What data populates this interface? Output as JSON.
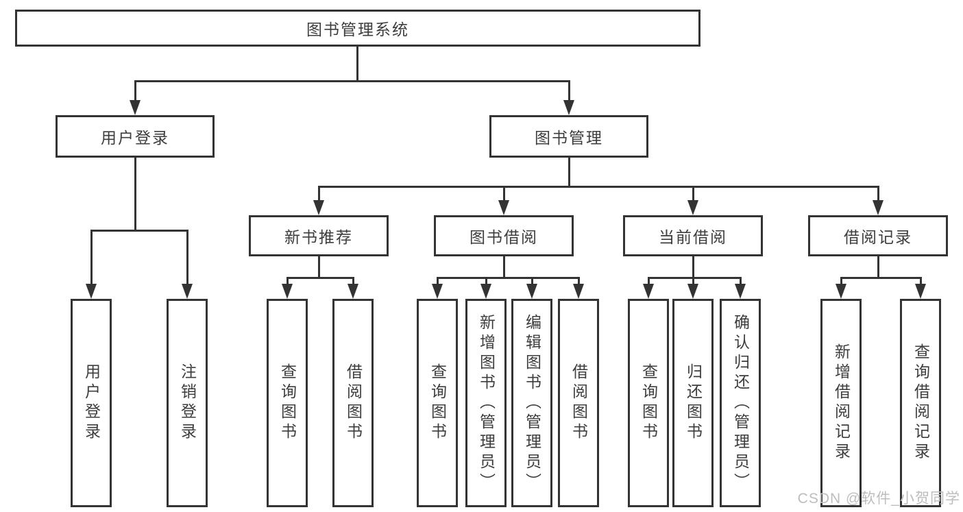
{
  "tree": {
    "root": {
      "label": "图书管理系统"
    },
    "branches": [
      {
        "label": "用户登录",
        "children": [
          "用户登录",
          "注销登录"
        ]
      },
      {
        "label": "图书管理",
        "children": [
          {
            "label": "新书推荐",
            "children": [
              "查询图书",
              "借阅图书"
            ]
          },
          {
            "label": "图书借阅",
            "children": [
              "查询图书",
              "新增图书（管理员）",
              "编辑图书（管理员）",
              "借阅图书"
            ]
          },
          {
            "label": "当前借阅",
            "children": [
              "查询图书",
              "归还图书",
              "确认归还（管理员）"
            ]
          },
          {
            "label": "借阅记录",
            "children": [
              "新增借阅记录",
              "查询借阅记录"
            ]
          }
        ]
      }
    ]
  },
  "colors": {
    "line": "#333333",
    "text": "#3d3d3d",
    "watermark": "#bdbdbd",
    "background": "#ffffff"
  },
  "watermark": {
    "text": "CSDN @软件_小贺同学"
  }
}
